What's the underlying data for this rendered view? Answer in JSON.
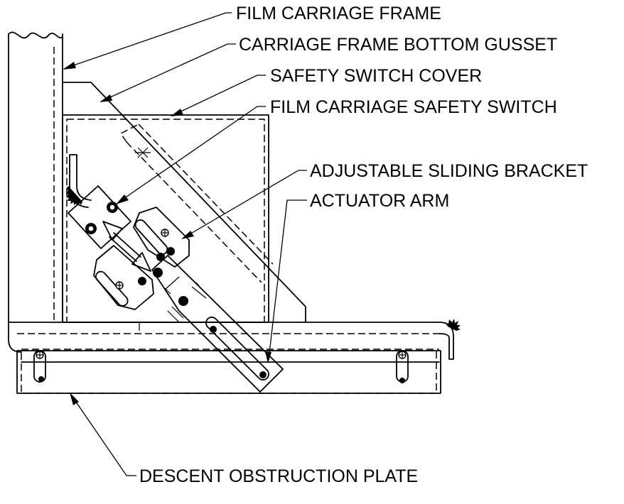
{
  "callouts": {
    "film_carriage_frame": "FILM CARRIAGE FRAME",
    "carriage_frame_bottom_gusset": "CARRIAGE FRAME BOTTOM GUSSET",
    "safety_switch_cover": "SAFETY SWITCH COVER",
    "film_carriage_safety_switch": "FILM CARRIAGE SAFETY SWITCH",
    "adjustable_sliding_bracket": "ADJUSTABLE SLIDING BRACKET",
    "actuator_arm": "ACTUATOR ARM",
    "descent_obstruction_plate": "DESCENT OBSTRUCTION PLATE"
  }
}
